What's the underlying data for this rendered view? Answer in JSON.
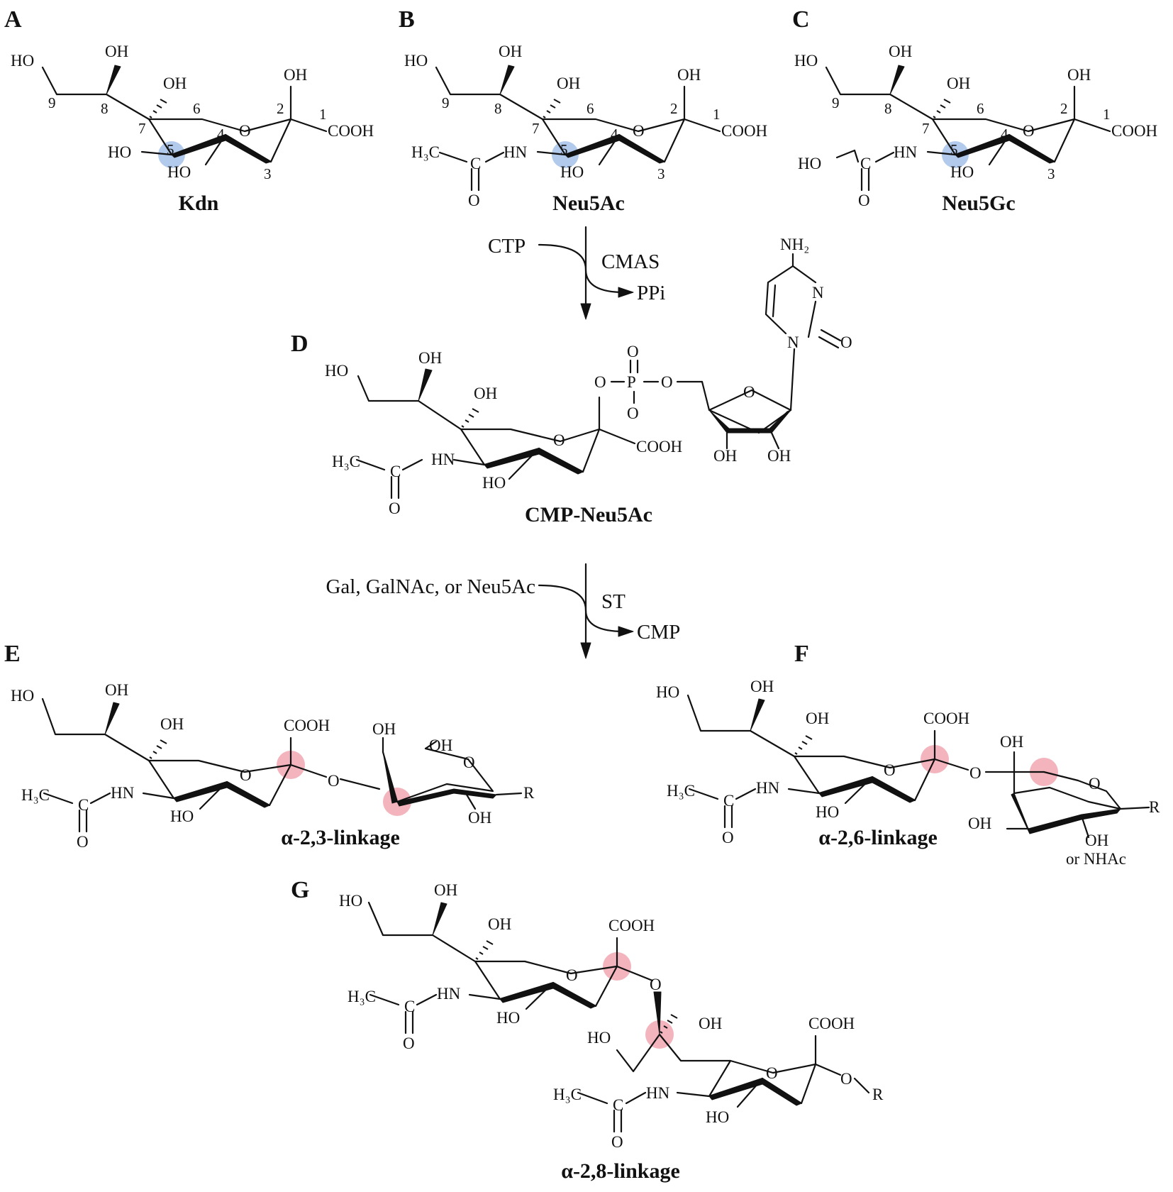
{
  "panels": {
    "A": {
      "letter": "A",
      "name": "Kdn"
    },
    "B": {
      "letter": "B",
      "name": "Neu5Ac"
    },
    "C": {
      "letter": "C",
      "name": "Neu5Gc"
    },
    "D": {
      "letter": "D",
      "name": "CMP-Neu5Ac"
    },
    "E": {
      "letter": "E",
      "name": "α-2,3-linkage"
    },
    "F": {
      "letter": "F",
      "name": "α-2,6-linkage"
    },
    "G": {
      "letter": "G",
      "name": "α-2,8-linkage"
    }
  },
  "reaction1": {
    "substrate": "CTP",
    "enzyme": "CMAS",
    "byproduct": "PPi"
  },
  "reaction2": {
    "substrate": "Gal, GalNAc, or Neu5Ac",
    "enzyme": "ST",
    "byproduct": "CMP"
  },
  "atoms": {
    "HO": "HO",
    "OH": "OH",
    "O": "O",
    "COOH": "COOH",
    "HN": "HN",
    "C": "C",
    "H3C": "H₃C",
    "NH2": "NH₂",
    "N": "N",
    "P": "P",
    "R": "R",
    "or_NHAc": "or NHAc"
  },
  "ring_numbers": [
    "1",
    "2",
    "3",
    "4",
    "5",
    "6",
    "7",
    "8",
    "9"
  ],
  "colors": {
    "c5_highlight": "#9fbde6",
    "linkage_highlight": "#f1a7b1"
  }
}
